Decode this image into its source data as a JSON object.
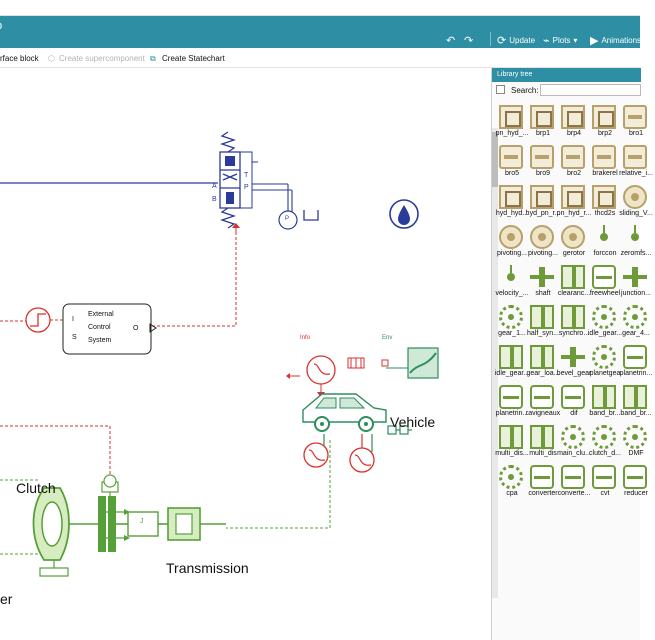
{
  "window": {
    "title": "p"
  },
  "toolbar": {
    "undo_icon": "undo-icon",
    "redo_icon": "redo-icon",
    "update_label": "Update",
    "plots_label": "Plots",
    "animation_label": "Animations"
  },
  "toolbar2": {
    "interface_block_label": "rface block",
    "create_supercomponent_label": "Create supercomponent",
    "create_statechart_label": "Create Statechart"
  },
  "canvas": {
    "control_block": {
      "line1": "External",
      "line2": "Control",
      "line3": "System",
      "port_i": "I",
      "port_s": "S",
      "port_o": "O"
    },
    "valve_ports": {
      "a": "A",
      "b": "B",
      "t": "T",
      "p": "P"
    },
    "pressure_source": "P",
    "vehicle_label": "Vehicle",
    "clutch_label": "Clutch",
    "transmission_label": "Transmission",
    "converter_partial_label": "er",
    "inertia_label": "J",
    "env_label": "Env",
    "info_label": "Info"
  },
  "library": {
    "header": "Library tree",
    "search_label": "Search:",
    "search_value": "",
    "items": [
      {
        "label": "pn_hyd_...",
        "kind": "hyd"
      },
      {
        "label": "brp1",
        "kind": "hyd"
      },
      {
        "label": "brp4",
        "kind": "hyd"
      },
      {
        "label": "brp2",
        "kind": "hyd"
      },
      {
        "label": "bro1",
        "kind": "hyd2"
      },
      {
        "label": "bro5",
        "kind": "hyd2"
      },
      {
        "label": "bro9",
        "kind": "hyd2"
      },
      {
        "label": "bro2",
        "kind": "hyd2"
      },
      {
        "label": "brakerel",
        "kind": "hyd2"
      },
      {
        "label": "relative_i...",
        "kind": "hyd2"
      },
      {
        "label": "hyd_hyd...",
        "kind": "hyd"
      },
      {
        "label": "hyd_pn_r...",
        "kind": "hyd"
      },
      {
        "label": "pn_hyd_r...",
        "kind": "hyd"
      },
      {
        "label": "thcd2s",
        "kind": "hyd"
      },
      {
        "label": "sliding_V...",
        "kind": "disc"
      },
      {
        "label": "pivoting...",
        "kind": "disc"
      },
      {
        "label": "pivoting...",
        "kind": "disc"
      },
      {
        "label": "gerotor",
        "kind": "disc"
      },
      {
        "label": "forccon",
        "kind": "dot"
      },
      {
        "label": "zeromfs...",
        "kind": "dot"
      },
      {
        "label": "velocity_...",
        "kind": "dot"
      },
      {
        "label": "shaft",
        "kind": "shaft"
      },
      {
        "label": "clearanc...",
        "kind": "mech"
      },
      {
        "label": "freewheel",
        "kind": "mech2"
      },
      {
        "label": "junction...",
        "kind": "shaft"
      },
      {
        "label": "gear_1...",
        "kind": "gear"
      },
      {
        "label": "half_syn...",
        "kind": "mech"
      },
      {
        "label": "synchro...",
        "kind": "mech"
      },
      {
        "label": "idle_gear...",
        "kind": "gear"
      },
      {
        "label": "gear_4...",
        "kind": "gear"
      },
      {
        "label": "idle_gear...",
        "kind": "mech"
      },
      {
        "label": "gear_loa...",
        "kind": "mech"
      },
      {
        "label": "bevel_gear",
        "kind": "shaft"
      },
      {
        "label": "planetgea",
        "kind": "gear"
      },
      {
        "label": "planetrin...",
        "kind": "mech2"
      },
      {
        "label": "planetrin...",
        "kind": "mech2"
      },
      {
        "label": "ravigneaux",
        "kind": "mech2"
      },
      {
        "label": "dif",
        "kind": "mech2"
      },
      {
        "label": "band_br...",
        "kind": "mech"
      },
      {
        "label": "band_br...",
        "kind": "mech"
      },
      {
        "label": "multi_dis...",
        "kind": "mech"
      },
      {
        "label": "multi_dis",
        "kind": "mech"
      },
      {
        "label": "main_clu...",
        "kind": "gear"
      },
      {
        "label": "clutch_d...",
        "kind": "gear"
      },
      {
        "label": "DMF",
        "kind": "gear"
      },
      {
        "label": "cpa",
        "kind": "gear"
      },
      {
        "label": "converter",
        "kind": "mech2"
      },
      {
        "label": "converte...",
        "kind": "mech2"
      },
      {
        "label": "cvt",
        "kind": "mech2"
      },
      {
        "label": "reducer",
        "kind": "mech2"
      }
    ]
  },
  "colors": {
    "title_bar": "#2e8ea3",
    "hydraulic_blue": "#2b3b98",
    "signal_red": "#d9322e",
    "mechanical_green": "#56a03a",
    "library_hyd": "#b8a06a",
    "library_mech": "#6f9a3a"
  }
}
